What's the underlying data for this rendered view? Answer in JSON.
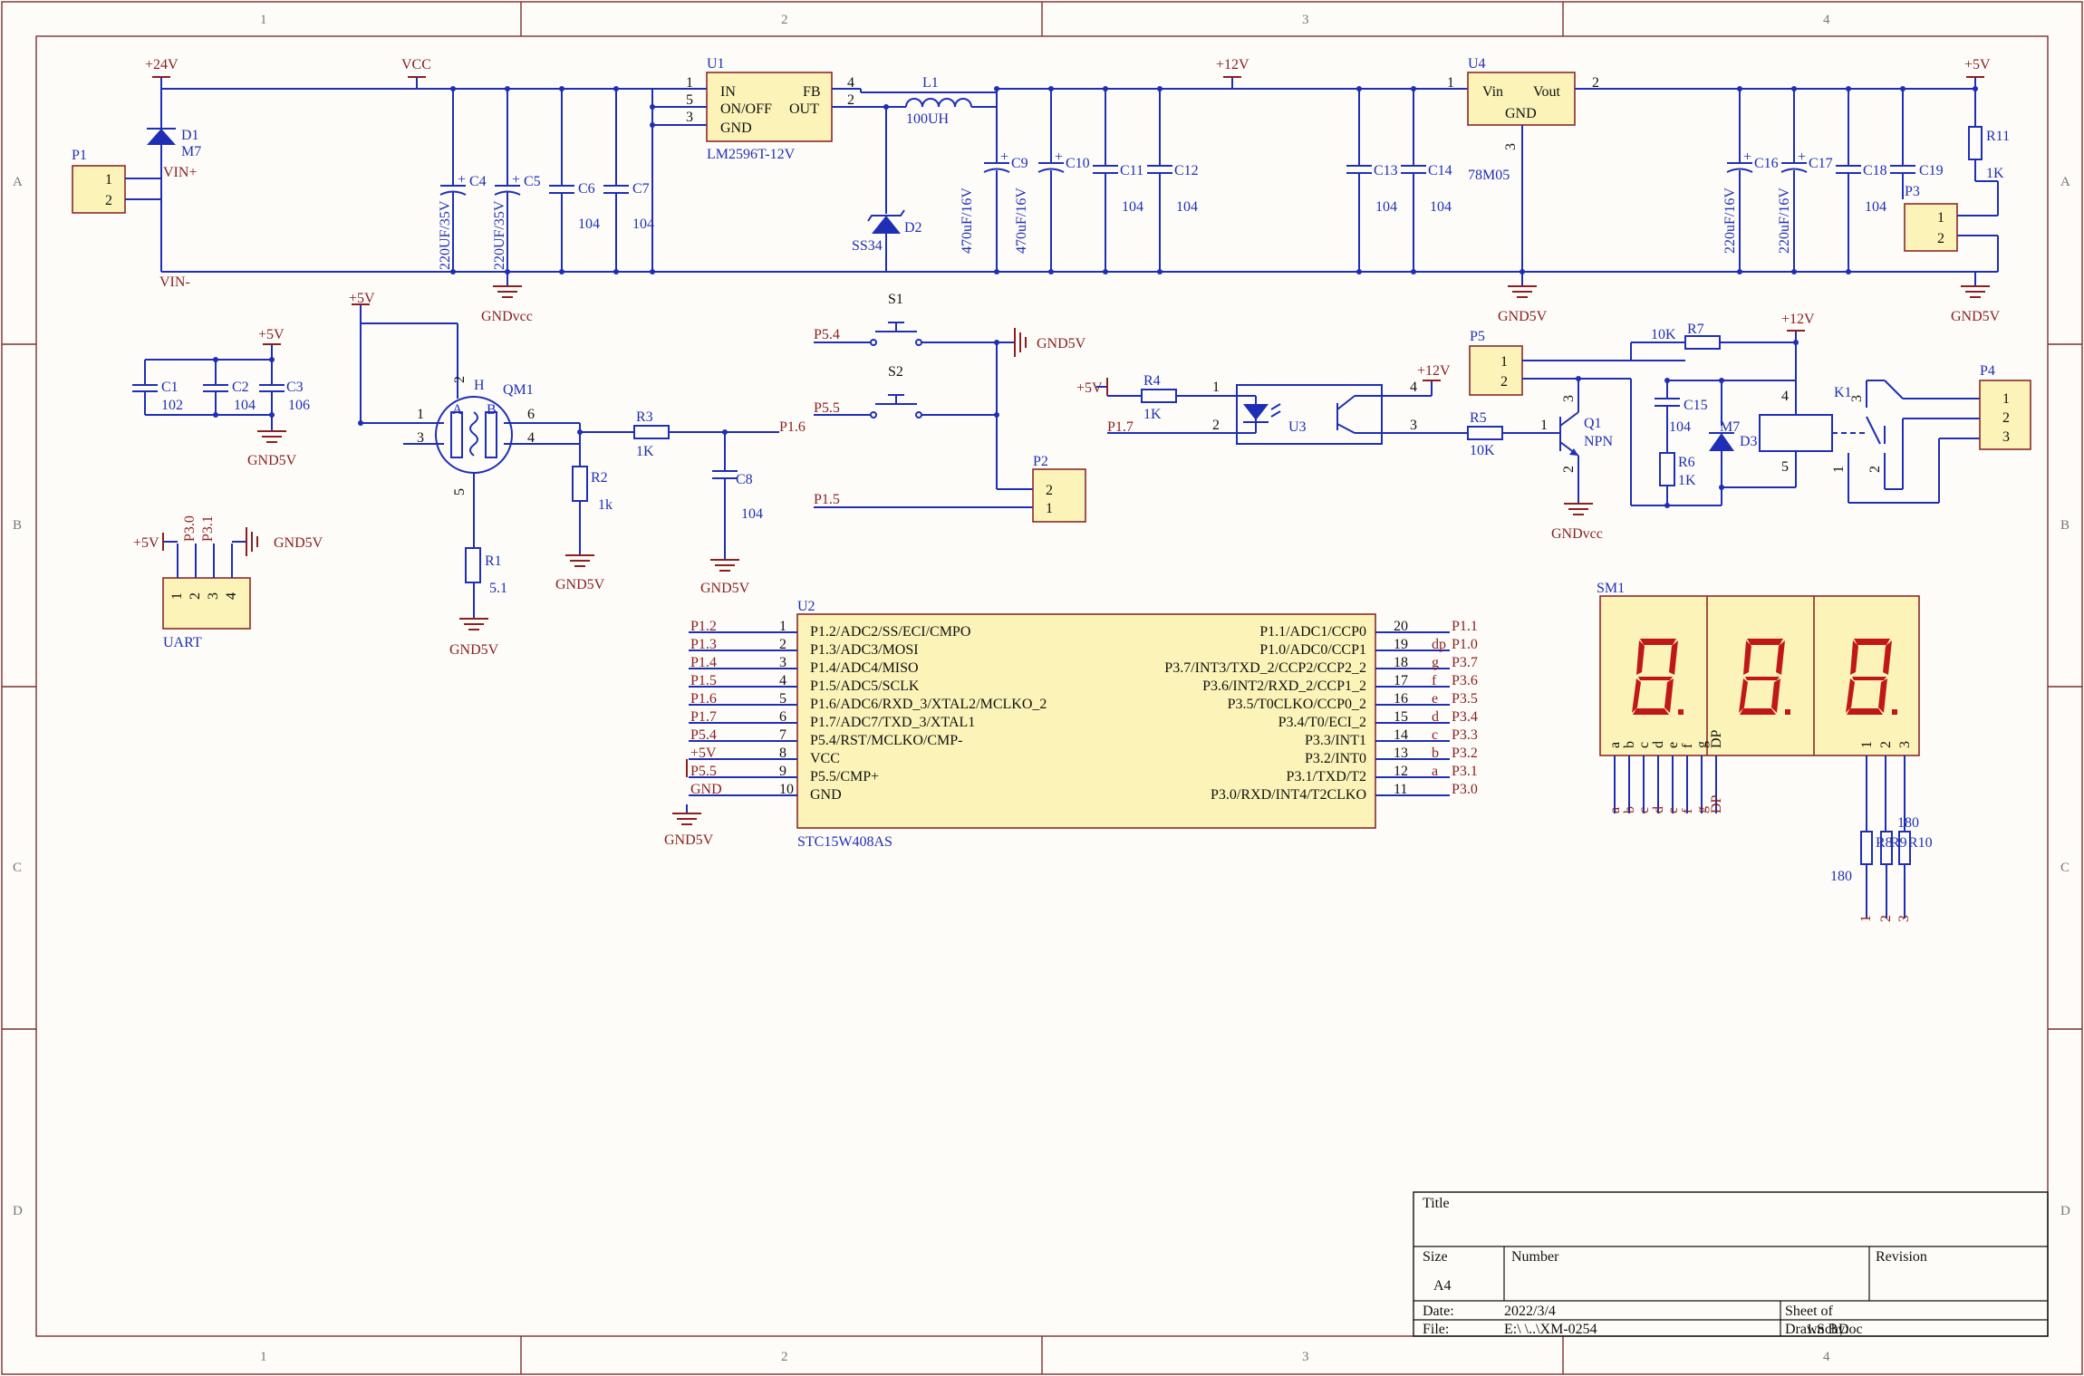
{
  "frame": {
    "cols": [
      "1",
      "2",
      "3",
      "4"
    ],
    "rows": [
      "A",
      "B",
      "C",
      "D"
    ]
  },
  "rails": {
    "p24": "+24V",
    "vcc": "VCC",
    "p12": "+12V",
    "p5": "+5V",
    "gnd5v": "GND5V",
    "gndvcc": "GNDvcc"
  },
  "power": {
    "p1": "P1",
    "vin_plus": "VIN+",
    "vin_minus": "VIN-",
    "d1": "D1",
    "d1_type": "M7",
    "u1": "U1",
    "u1_part": "LM2596T-12V",
    "u1_in": "IN",
    "u1_onoff": "ON/OFF",
    "u1_gnd": "GND",
    "u1_fb": "FB",
    "u1_out": "OUT",
    "l1": "L1",
    "l1_val": "100UH",
    "d2": "D2",
    "d2_type": "SS34",
    "u4": "U4",
    "u4_part": "78M05",
    "u4_vin": "Vin",
    "u4_vout": "Vout",
    "u4_gnd": "GND",
    "r11": "R11",
    "r11_val": "1K",
    "p3": "P3",
    "caps": [
      {
        "name": "C4",
        "val": "220UF/35V"
      },
      {
        "name": "C5",
        "val": "220UF/35V"
      },
      {
        "name": "C6",
        "val": "104"
      },
      {
        "name": "C7",
        "val": "104"
      },
      {
        "name": "C9",
        "val": "470uF/16V"
      },
      {
        "name": "C10",
        "val": "470uF/16V"
      },
      {
        "name": "C11",
        "val": "104"
      },
      {
        "name": "C12",
        "val": "104"
      },
      {
        "name": "C13",
        "val": "104"
      },
      {
        "name": "C14",
        "val": "104"
      },
      {
        "name": "C16",
        "val": "220uF/16V"
      },
      {
        "name": "C17",
        "val": "220uF/16V"
      },
      {
        "name": "C18",
        "val": "104"
      },
      {
        "name": "C19",
        "val": ""
      }
    ]
  },
  "decoupling": {
    "c1": "C1",
    "c1_val": "102",
    "c2": "C2",
    "c2_val": "104",
    "c3": "C3",
    "c3_val": "106"
  },
  "uart": {
    "name": "UART",
    "p30": "P3.0",
    "p31": "P3.1"
  },
  "sensor": {
    "qm1": "QM1",
    "h": "H",
    "a": "A",
    "b": "B",
    "r1": "R1",
    "r1_val": "5.1",
    "r2": "R2",
    "r2_val": "1k",
    "r3": "R3",
    "r3_val": "1K",
    "c8": "C8",
    "c8_val": "104",
    "p16": "P1.6"
  },
  "switches": {
    "s1": "S1",
    "s2": "S2",
    "p54": "P5.4",
    "p55": "P5.5",
    "p15": "P1.5",
    "p2": "P2"
  },
  "relay": {
    "r4": "R4",
    "r4_val": "1K",
    "u3": "U3",
    "p17": "P1.7",
    "r5": "R5",
    "r5_val": "10K",
    "q1": "Q1",
    "q1_type": "NPN",
    "p5": "P5",
    "r7": "R7",
    "r7_val": "10K",
    "c15": "C15",
    "c15_val": "104",
    "r6": "R6",
    "r6_val": "1K",
    "d3": "D3",
    "d3_type": "M7",
    "k1": "K1",
    "p4": "P4"
  },
  "mcu": {
    "ref": "U2",
    "part": "STC15W408AS",
    "left": [
      {
        "net": "P1.2",
        "num": "1",
        "fn": "P1.2/ADC2/SS/ECI/CMPO"
      },
      {
        "net": "P1.3",
        "num": "2",
        "fn": "P1.3/ADC3/MOSI"
      },
      {
        "net": "P1.4",
        "num": "3",
        "fn": "P1.4/ADC4/MISO"
      },
      {
        "net": "P1.5",
        "num": "4",
        "fn": "P1.5/ADC5/SCLK"
      },
      {
        "net": "P1.6",
        "num": "5",
        "fn": "P1.6/ADC6/RXD_3/XTAL2/MCLKO_2"
      },
      {
        "net": "P1.7",
        "num": "6",
        "fn": "P1.7/ADC7/TXD_3/XTAL1"
      },
      {
        "net": "P5.4",
        "num": "7",
        "fn": "P5.4/RST/MCLKO/CMP-"
      },
      {
        "net": "+5V",
        "num": "8",
        "fn": "VCC"
      },
      {
        "net": "P5.5",
        "num": "9",
        "fn": "P5.5/CMP+"
      },
      {
        "net": "GND",
        "num": "10",
        "fn": "GND"
      }
    ],
    "right": [
      {
        "net": "P1.1",
        "seg": "",
        "num": "20",
        "fn": "P1.1/ADC1/CCP0"
      },
      {
        "net": "P1.0",
        "seg": "dp",
        "num": "19",
        "fn": "P1.0/ADC0/CCP1"
      },
      {
        "net": "P3.7",
        "seg": "g",
        "num": "18",
        "fn": "P3.7/INT3/TXD_2/CCP2/CCP2_2"
      },
      {
        "net": "P3.6",
        "seg": "f",
        "num": "17",
        "fn": "P3.6/INT2/RXD_2/CCP1_2"
      },
      {
        "net": "P3.5",
        "seg": "e",
        "num": "16",
        "fn": "P3.5/T0CLKO/CCP0_2"
      },
      {
        "net": "P3.4",
        "seg": "d",
        "num": "15",
        "fn": "P3.4/T0/ECI_2"
      },
      {
        "net": "P3.3",
        "seg": "c",
        "num": "14",
        "fn": "P3.3/INT1"
      },
      {
        "net": "P3.2",
        "seg": "b",
        "num": "13",
        "fn": "P3.2/INT0"
      },
      {
        "net": "P3.1",
        "seg": "a",
        "num": "12",
        "fn": "P3.1/TXD/T2"
      },
      {
        "net": "P3.0",
        "seg": "",
        "num": "11",
        "fn": "P3.0/RXD/INT4/T2CLKO"
      }
    ]
  },
  "display": {
    "ref": "SM1",
    "digit": "8",
    "segs": [
      "a",
      "b",
      "c",
      "d",
      "e",
      "f",
      "g",
      "DP"
    ],
    "coms": [
      "1",
      "2",
      "3"
    ],
    "r8": "R8",
    "r9": "R9",
    "r10": "R10",
    "rval_a": "180",
    "rval_b": "180"
  },
  "titleblock": {
    "title_label": "Title",
    "size_label": "Size",
    "size_val": "A4",
    "number_label": "Number",
    "revision_label": "Revision",
    "date_label": "Date:",
    "date_val": "2022/3/4",
    "file_label": "File:",
    "file_val": "E:\\              \\..\\XM-0254",
    "sheet_label": "Sheet    of",
    "drawn_label": "Drawn By:",
    "doc_val": "1.SchDoc"
  }
}
